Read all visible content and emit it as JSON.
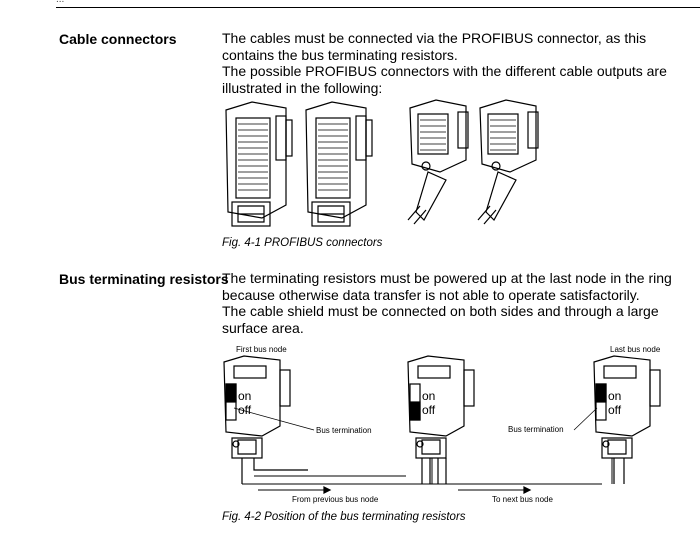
{
  "header": {
    "fragment": "..."
  },
  "sections": [
    {
      "title": "Cable connectors",
      "paragraphs": [
        "The cables must be connected via the PROFIBUS connector, as this contains the bus terminating resistors.",
        "The possible PROFIBUS connectors with the different cable outputs are illustrated in the following:"
      ],
      "figure_caption": "Fig. 4-1 PROFIBUS connectors"
    },
    {
      "title": "Bus terminating resistors",
      "paragraphs": [
        "The terminating resistors must be powered up at the last node in the ring because otherwise data transfer is not able to operate satisfactorily.",
        "The cable shield must be connected on both sides and through a large surface area."
      ],
      "figure_caption": "Fig. 4-2 Position of the bus terminating resistors"
    }
  ],
  "diagram": {
    "first_node": "First bus node",
    "last_node": "Last bus node",
    "bus_termination": "Bus termination",
    "switch_on": "on",
    "switch_off": "off",
    "from_previous": "From previous bus node",
    "to_next": "To next bus node"
  }
}
